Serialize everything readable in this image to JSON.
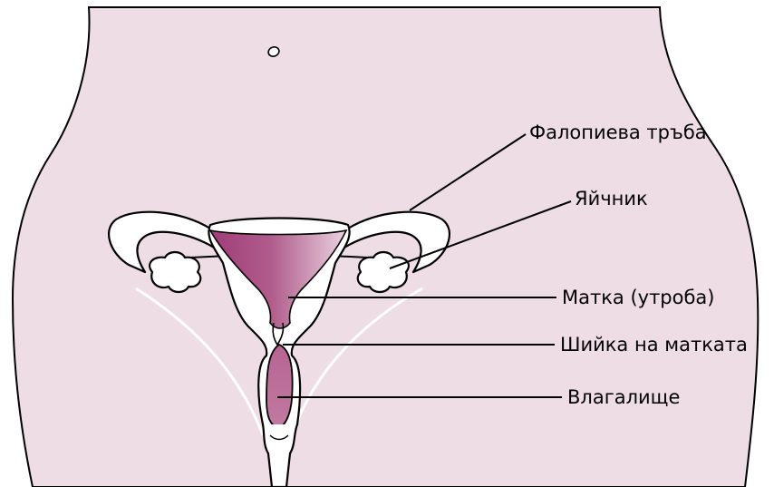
{
  "colors": {
    "body_fill": "#efdde6",
    "organ_outline": "#000000",
    "organ_fill": "#ffffff",
    "uterus_cavity_dark": "#a03c78",
    "uterus_cavity_light": "#e7c8da",
    "vagina_fill": "#b86494",
    "label_text": "#000000"
  },
  "labels": {
    "fallopian_tube": "Фалопиева тръба",
    "ovary": "Яйчник",
    "uterus": "Матка (утроба)",
    "cervix": "Шийка на матката",
    "vagina": "Влагалище"
  }
}
